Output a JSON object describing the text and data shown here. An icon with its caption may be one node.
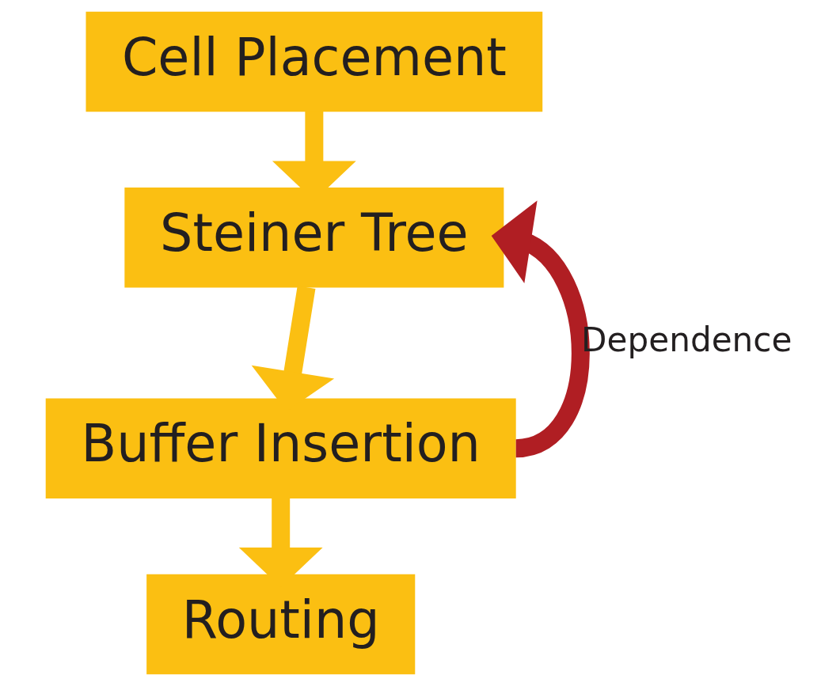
{
  "diagram": {
    "nodes": [
      {
        "text": [
          "Cell Placement"
        ]
      },
      {
        "text": [
          "Steiner Tree"
        ]
      },
      {
        "text": [
          "Buffer Insertion"
        ]
      },
      {
        "text": [
          "Routing"
        ]
      }
    ],
    "edges": [
      {
        "from": 0,
        "to": 1,
        "arrow": "to"
      },
      {
        "from": 1,
        "to": 2,
        "arrow": "to"
      },
      {
        "from": 2,
        "to": 3,
        "arrow": "to"
      },
      {
        "from": 2,
        "to": 1,
        "arrow": "to",
        "label": "Dependence",
        "color": "#b01e23"
      }
    ]
  }
}
